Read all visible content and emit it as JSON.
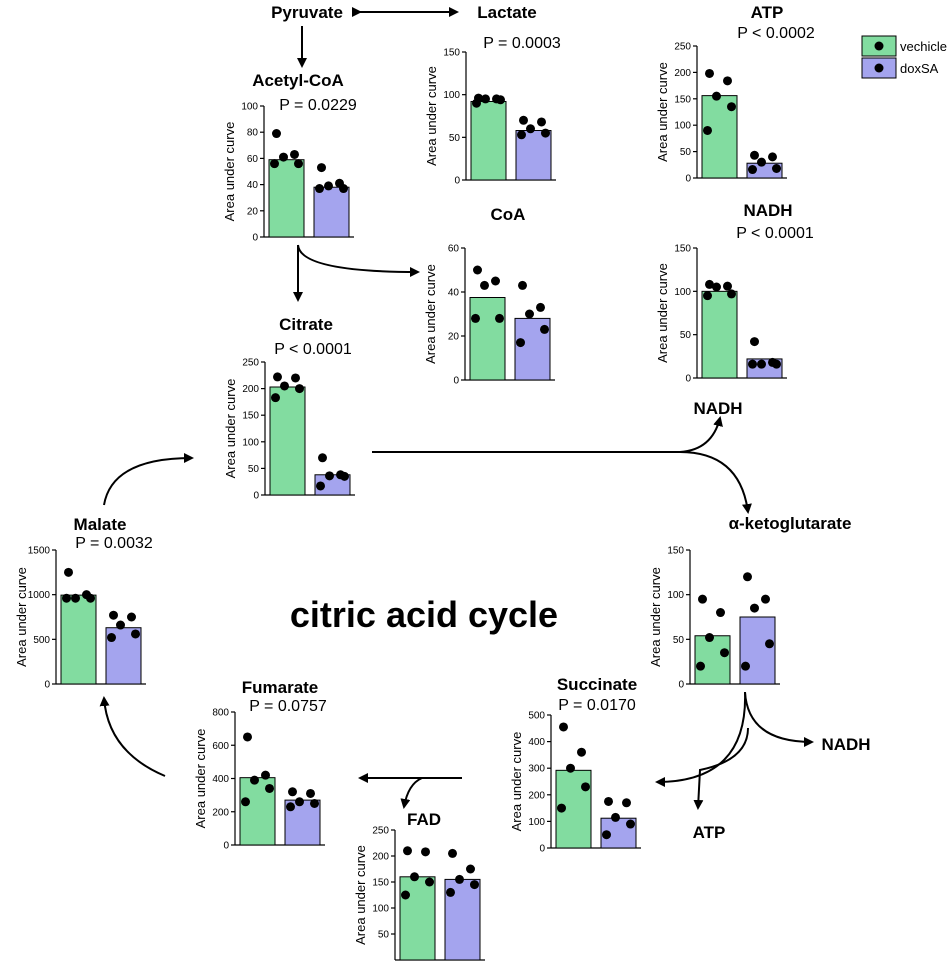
{
  "title": "citric acid cycle",
  "y_axis_label": "Area under curve",
  "legend": [
    {
      "label": "vechicle",
      "color": "#82dca0"
    },
    {
      "label": "doxSA",
      "color": "#a4a4ee"
    }
  ],
  "pathway_labels": {
    "pyruvate": "Pyruvate",
    "nadh_1": "NADH",
    "nadh_2": "NADH",
    "atp": "ATP"
  },
  "chart_data": [
    {
      "id": "acetyl-coa",
      "type": "bar",
      "title": "Acetyl-CoA",
      "p_value": "P = 0.0229",
      "ylabel": "Area under curve",
      "ylim": [
        0,
        100
      ],
      "ticks": [
        0,
        20,
        40,
        60,
        80,
        100
      ],
      "categories": [
        "vechicle",
        "doxSA"
      ],
      "values": [
        59,
        38
      ],
      "points": [
        [
          79,
          63,
          61,
          56,
          56
        ],
        [
          53,
          41,
          39,
          37,
          37
        ]
      ]
    },
    {
      "id": "lactate",
      "type": "bar",
      "title": "Lactate",
      "p_value": "P = 0.0003",
      "ylabel": "Area under curve",
      "ylim": [
        0,
        150
      ],
      "ticks": [
        0,
        50,
        100,
        150
      ],
      "categories": [
        "vechicle",
        "doxSA"
      ],
      "values": [
        92,
        58
      ],
      "points": [
        [
          96,
          95,
          95,
          94,
          90
        ],
        [
          70,
          68,
          60,
          55,
          53
        ]
      ]
    },
    {
      "id": "atp",
      "type": "bar",
      "title": "ATP",
      "p_value": "P < 0.0002",
      "ylabel": "Area under curve",
      "ylim": [
        0,
        250
      ],
      "ticks": [
        0,
        50,
        100,
        150,
        200,
        250
      ],
      "categories": [
        "vechicle",
        "doxSA"
      ],
      "values": [
        156,
        28
      ],
      "points": [
        [
          198,
          184,
          155,
          135,
          90
        ],
        [
          43,
          40,
          30,
          18,
          16
        ]
      ]
    },
    {
      "id": "coa",
      "type": "bar",
      "title": "CoA",
      "p_value": "",
      "ylabel": "Area under curve",
      "ylim": [
        0,
        60
      ],
      "ticks": [
        0,
        20,
        40,
        60
      ],
      "categories": [
        "vechicle",
        "doxSA"
      ],
      "values": [
        37.5,
        28
      ],
      "points": [
        [
          50,
          45,
          43,
          28,
          28
        ],
        [
          43,
          33,
          30,
          23,
          17
        ]
      ]
    },
    {
      "id": "nadh",
      "type": "bar",
      "title": "NADH",
      "p_value": "P < 0.0001",
      "ylabel": "Area under curve",
      "ylim": [
        0,
        150
      ],
      "ticks": [
        0,
        50,
        100,
        150
      ],
      "categories": [
        "vechicle",
        "doxSA"
      ],
      "values": [
        100,
        22
      ],
      "points": [
        [
          108,
          106,
          105,
          97,
          95
        ],
        [
          42,
          18,
          16,
          16,
          16
        ]
      ]
    },
    {
      "id": "citrate",
      "type": "bar",
      "title": "Citrate",
      "p_value": "P < 0.0001",
      "ylabel": "Area under curve",
      "ylim": [
        0,
        250
      ],
      "ticks": [
        0,
        50,
        100,
        150,
        200,
        250
      ],
      "categories": [
        "vechicle",
        "doxSA"
      ],
      "values": [
        203,
        38
      ],
      "points": [
        [
          222,
          220,
          205,
          200,
          183
        ],
        [
          70,
          38,
          36,
          35,
          17
        ]
      ]
    },
    {
      "id": "malate",
      "type": "bar",
      "title": "Malate",
      "p_value": "P = 0.0032",
      "ylabel": "Area under curve",
      "ylim": [
        0,
        1500
      ],
      "ticks": [
        0,
        500,
        1000,
        1500
      ],
      "categories": [
        "vechicle",
        "doxSA"
      ],
      "values": [
        995,
        630
      ],
      "points": [
        [
          1250,
          1000,
          960,
          960,
          960
        ],
        [
          770,
          750,
          660,
          560,
          520
        ]
      ]
    },
    {
      "id": "alpha-ketoglutarate",
      "type": "bar",
      "title": "α-ketoglutarate",
      "p_value": "",
      "ylabel": "Area under curve",
      "ylim": [
        0,
        150
      ],
      "ticks": [
        0,
        50,
        100,
        150
      ],
      "categories": [
        "vechicle",
        "doxSA"
      ],
      "values": [
        54,
        75
      ],
      "points": [
        [
          95,
          80,
          52,
          35,
          20
        ],
        [
          120,
          95,
          85,
          45,
          20
        ]
      ]
    },
    {
      "id": "succinate",
      "type": "bar",
      "title": "Succinate",
      "p_value": "P = 0.0170",
      "ylabel": "Area under curve",
      "ylim": [
        0,
        500
      ],
      "ticks": [
        0,
        100,
        200,
        300,
        400,
        500
      ],
      "categories": [
        "vechicle",
        "doxSA"
      ],
      "values": [
        292,
        112
      ],
      "points": [
        [
          455,
          360,
          300,
          230,
          150
        ],
        [
          175,
          170,
          115,
          90,
          50
        ]
      ]
    },
    {
      "id": "fumarate",
      "type": "bar",
      "title": "Fumarate",
      "p_value": "P = 0.0757",
      "ylabel": "Area under curve",
      "ylim": [
        0,
        800
      ],
      "ticks": [
        0,
        200,
        400,
        600,
        800
      ],
      "categories": [
        "vechicle",
        "doxSA"
      ],
      "values": [
        405,
        270
      ],
      "points": [
        [
          650,
          420,
          390,
          340,
          260
        ],
        [
          320,
          310,
          260,
          250,
          230
        ]
      ]
    },
    {
      "id": "fad",
      "type": "bar",
      "title": "FAD",
      "p_value": "",
      "ylabel": "Area under curve",
      "ylim": [
        0,
        250
      ],
      "ticks": [
        50,
        100,
        150,
        200,
        250
      ],
      "categories": [
        "vechicle",
        "doxSA"
      ],
      "values": [
        160,
        155
      ],
      "points": [
        [
          210,
          208,
          160,
          150,
          125
        ],
        [
          205,
          175,
          155,
          145,
          130
        ]
      ]
    }
  ]
}
